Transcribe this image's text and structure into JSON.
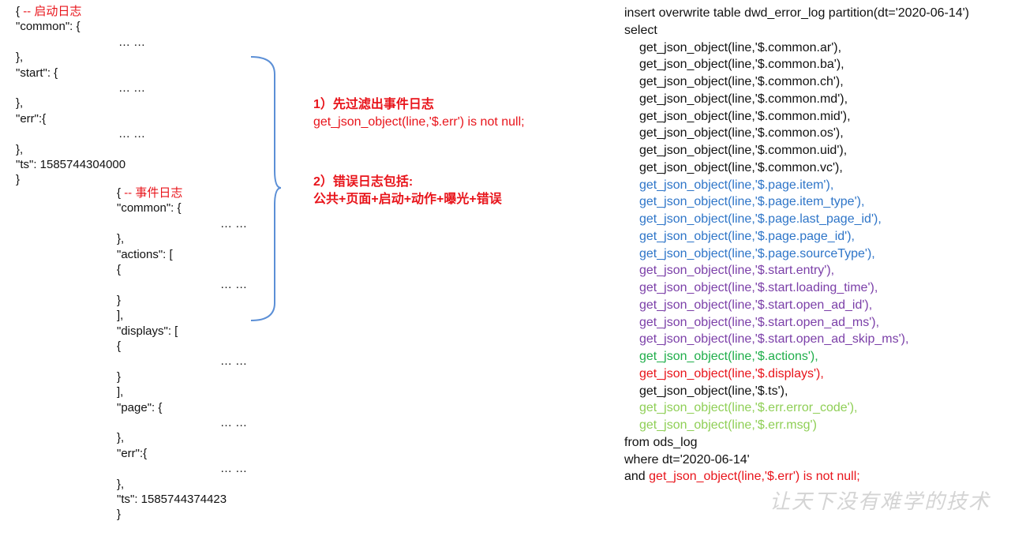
{
  "start_log": {
    "lines": [
      {
        "text": "{ ",
        "comment": "-- 启动日志"
      },
      {
        "text": "\"common\": {"
      },
      {
        "text": "… …",
        "indent": true
      },
      {
        "text": "},"
      },
      {
        "text": "\"start\": {"
      },
      {
        "text": "… …",
        "indent": true
      },
      {
        "text": "},"
      },
      {
        "text": "\"err\":{"
      },
      {
        "text": "… …",
        "indent": true
      },
      {
        "text": "},"
      },
      {
        "text": "\"ts\": 1585744304000"
      },
      {
        "text": "}"
      }
    ]
  },
  "event_log": {
    "lines": [
      {
        "text": "{ ",
        "comment": "-- 事件日志"
      },
      {
        "text": "\"common\": {"
      },
      {
        "text": "… …",
        "indent": true
      },
      {
        "text": "},"
      },
      {
        "text": "\"actions\": ["
      },
      {
        "text": "{"
      },
      {
        "text": "… …",
        "indent": true
      },
      {
        "text": "}"
      },
      {
        "text": "],"
      },
      {
        "text": "\"displays\": ["
      },
      {
        "text": "{"
      },
      {
        "text": "… …",
        "indent": true
      },
      {
        "text": "}"
      },
      {
        "text": "],"
      },
      {
        "text": "\"page\": {"
      },
      {
        "text": "… …",
        "indent": true
      },
      {
        "text": "},"
      },
      {
        "text": "\"err\":{"
      },
      {
        "text": "… …",
        "indent": true
      },
      {
        "text": "},"
      },
      {
        "text": "\"ts\": 1585744374423"
      },
      {
        "text": "}"
      }
    ]
  },
  "notes": {
    "step1_title": "1）先过滤出事件日志",
    "step1_code": "get_json_object(line,'$.err') is not null;",
    "step2_title": "2）错误日志包括:",
    "step2_body": "公共+页面+启动+动作+曝光+错误"
  },
  "sql": {
    "lines": [
      {
        "text": "insert overwrite table dwd_error_log partition(dt='2020-06-14')",
        "color": "black",
        "indent": 0
      },
      {
        "text": "select",
        "color": "black",
        "indent": 0
      },
      {
        "text": "get_json_object(line,'$.common.ar'),",
        "color": "black",
        "indent": 1
      },
      {
        "text": "get_json_object(line,'$.common.ba'),",
        "color": "black",
        "indent": 1
      },
      {
        "text": "get_json_object(line,'$.common.ch'),",
        "color": "black",
        "indent": 1
      },
      {
        "text": "get_json_object(line,'$.common.md'),",
        "color": "black",
        "indent": 1
      },
      {
        "text": "get_json_object(line,'$.common.mid'),",
        "color": "black",
        "indent": 1
      },
      {
        "text": "get_json_object(line,'$.common.os'),",
        "color": "black",
        "indent": 1
      },
      {
        "text": "get_json_object(line,'$.common.uid'),",
        "color": "black",
        "indent": 1
      },
      {
        "text": "get_json_object(line,'$.common.vc'),",
        "color": "black",
        "indent": 1
      },
      {
        "text": "get_json_object(line,'$.page.item'),",
        "color": "blue",
        "indent": 1
      },
      {
        "text": "get_json_object(line,'$.page.item_type'),",
        "color": "blue",
        "indent": 1
      },
      {
        "text": "get_json_object(line,'$.page.last_page_id'),",
        "color": "blue",
        "indent": 1
      },
      {
        "text": "get_json_object(line,'$.page.page_id'),",
        "color": "blue",
        "indent": 1
      },
      {
        "text": "get_json_object(line,'$.page.sourceType'),",
        "color": "blue",
        "indent": 1
      },
      {
        "text": "get_json_object(line,'$.start.entry'),",
        "color": "purple",
        "indent": 1
      },
      {
        "text": "get_json_object(line,'$.start.loading_time'),",
        "color": "purple",
        "indent": 1
      },
      {
        "text": "get_json_object(line,'$.start.open_ad_id'),",
        "color": "purple",
        "indent": 1
      },
      {
        "text": "get_json_object(line,'$.start.open_ad_ms'),",
        "color": "purple",
        "indent": 1
      },
      {
        "text": "get_json_object(line,'$.start.open_ad_skip_ms'),",
        "color": "purple",
        "indent": 1
      },
      {
        "text": "get_json_object(line,'$.actions'),",
        "color": "green",
        "indent": 1
      },
      {
        "text": "get_json_object(line,'$.displays'),",
        "color": "red",
        "indent": 1
      },
      {
        "text": "get_json_object(line,'$.ts'),",
        "color": "black",
        "indent": 1
      },
      {
        "text": "get_json_object(line,'$.err.error_code'),",
        "color": "lgreen",
        "indent": 1
      },
      {
        "text": "get_json_object(line,'$.err.msg')",
        "color": "lgreen",
        "indent": 1
      },
      {
        "text": "from ods_log",
        "color": "black",
        "indent": 0
      },
      {
        "text": "where dt='2020-06-14'",
        "color": "black",
        "indent": 0
      }
    ],
    "last_line_prefix": "and ",
    "last_line_code": "get_json_object(line,'$.err') is not null;"
  },
  "watermark": "让天下没有难学的技术",
  "colors": {
    "red": "#e8141b",
    "blue": "#2e75c8",
    "purple": "#7b3fa8",
    "green": "#1fae4a",
    "light_green": "#8fcf56",
    "brace": "#5b8fd6"
  }
}
